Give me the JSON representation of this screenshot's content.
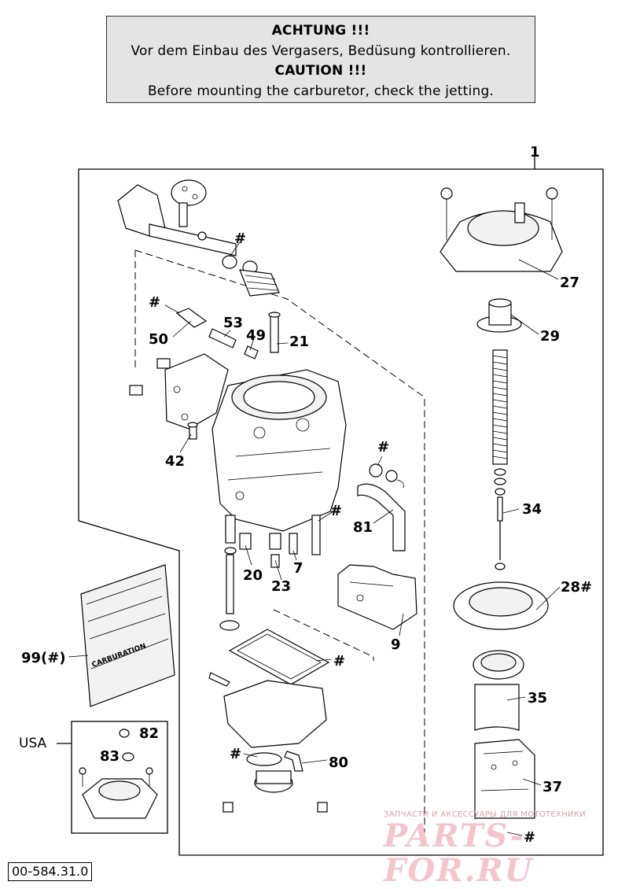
{
  "warning": {
    "line1": "ACHTUNG !!!",
    "line2": "Vor dem Einbau des Vergasers, Bedüsung kontrollieren.",
    "line3": "CAUTION !!!",
    "line4": "Before mounting the carburetor, check the jetting."
  },
  "labels": {
    "l1": "1",
    "l27": "27",
    "l29": "29",
    "l34": "34",
    "l28": "28#",
    "l35": "35",
    "l37": "37",
    "l53": "53",
    "l50": "50",
    "l49": "49",
    "l21": "21",
    "l42": "42",
    "l81": "81",
    "l20": "20",
    "l23": "23",
    "l7": "7",
    "l9": "9",
    "l99": "99(#)",
    "l82": "82",
    "l83": "83",
    "l80": "80",
    "hash_top": "#",
    "hash_50": "#",
    "hash_81": "#",
    "hash_7": "#",
    "hash_bowl": "#",
    "hash_80": "#",
    "hash_bottom": "#"
  },
  "usa_label": "USA",
  "document_number": "00-584.31.0",
  "watermark": {
    "tagline": "ЗАПЧАСТИ И АКСЕССУАРЫ ДЛЯ МОТОТЕХНИКИ",
    "logo": "PARTS-FOR.RU"
  },
  "bag_text": "CARBURATION"
}
